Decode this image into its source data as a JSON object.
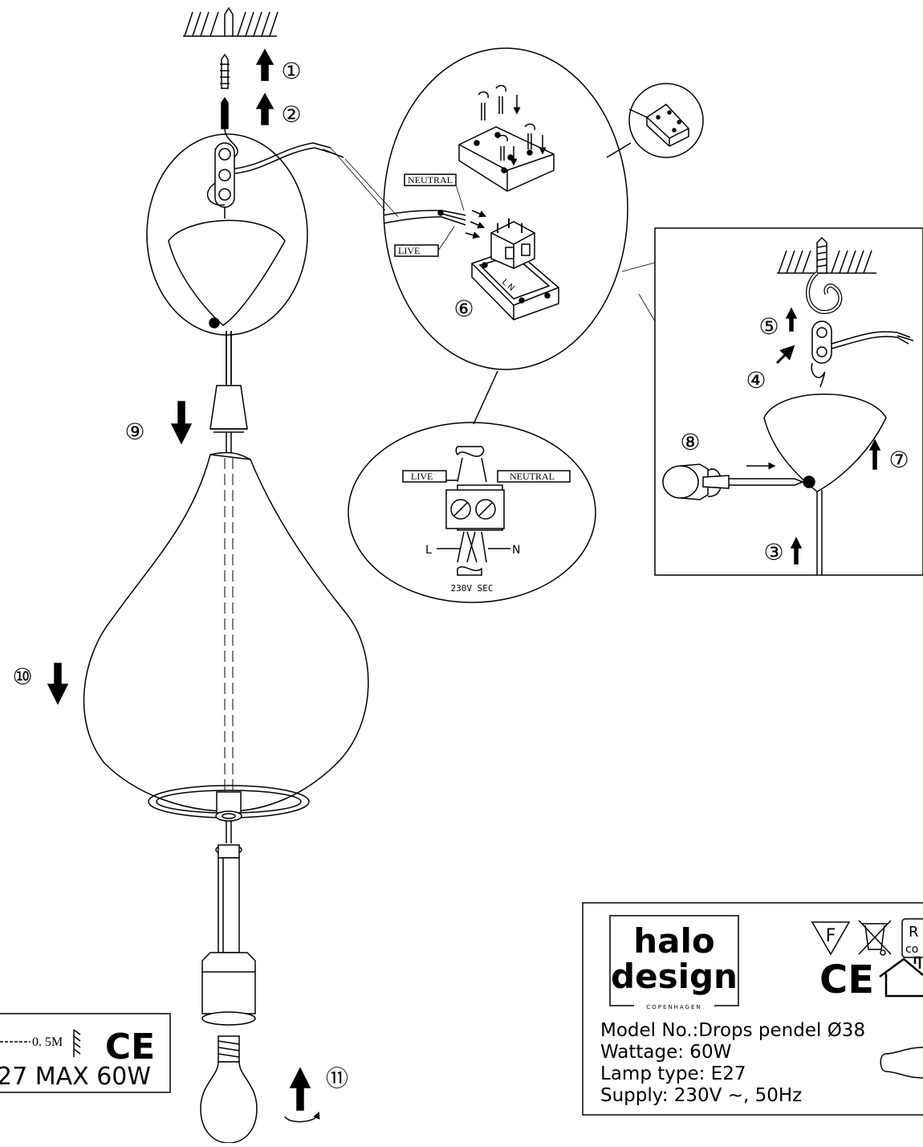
{
  "steps": {
    "s1": "①",
    "s2": "②",
    "s3": "③",
    "s4": "④",
    "s5": "⑤",
    "s6": "⑥",
    "s7": "⑦",
    "s8": "⑧",
    "s9": "⑨",
    "s10": "⑩",
    "s11": "⑪"
  },
  "wiring_detail": {
    "neutral": "NEUTRAL",
    "live": "LIVE"
  },
  "terminal_detail": {
    "live": "LIVE",
    "neutral": "NEUTRAL",
    "l": "L",
    "n": "N",
    "supply": "230V SEC"
  },
  "left_label": {
    "distance": "0. 5M",
    "ce": "CE",
    "bulb_spec": "27 MAX 60W"
  },
  "rating_label": {
    "brand_line1": "halo",
    "brand_line2": "design",
    "brand_city": "COPENHAGEN",
    "f_mark": "F",
    "rohs_top": "R",
    "rohs_bottom": "co",
    "ce": "CE",
    "model": "Model No.:Drops pendel Ø38",
    "wattage": "Wattage: 60W",
    "lamp_type": "Lamp type: E27",
    "supply": "Supply: 230V ~,  50Hz"
  }
}
